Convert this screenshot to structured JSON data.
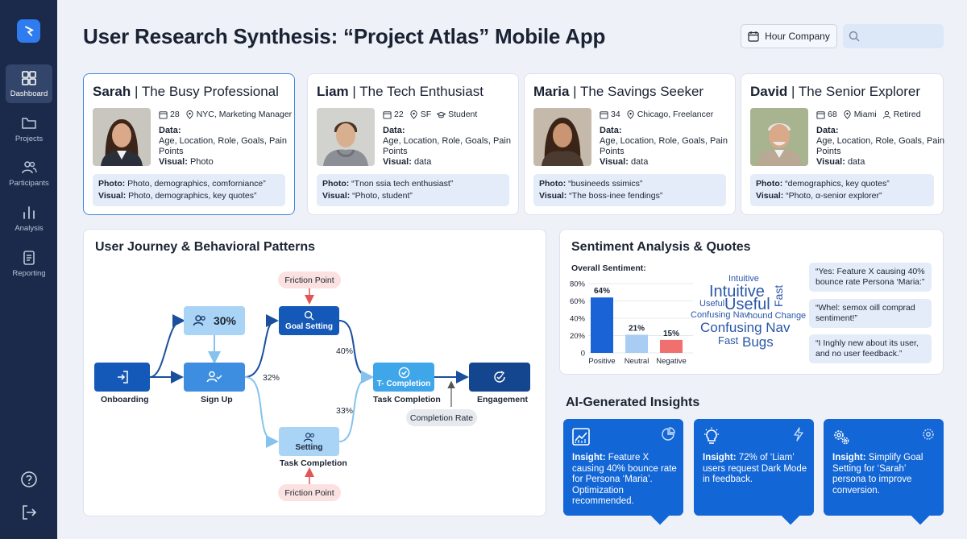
{
  "page": {
    "title": "User Research Synthesis: “Project Atlas” Mobile App"
  },
  "header": {
    "company_button": "Hour Company",
    "search_placeholder": ""
  },
  "sidebar": {
    "items": [
      {
        "label": "Dashboard",
        "icon": "dashboard-icon",
        "active": true
      },
      {
        "label": "Projects",
        "icon": "folder-icon"
      },
      {
        "label": "Participants",
        "icon": "people-icon"
      },
      {
        "label": "Analysis",
        "icon": "bar-chart-icon"
      },
      {
        "label": "Reporting",
        "icon": "document-icon"
      }
    ],
    "bottom": [
      "help-icon",
      "logout-icon"
    ]
  },
  "personas": [
    {
      "name": "Sarah",
      "role": "The Busy Professional",
      "age": "28",
      "location": "NYC, Marketing Manager",
      "extra": "",
      "data_label": "Data:",
      "data": "Age, Location, Role, Goals, Pain Points",
      "visual_label": "Visual:",
      "visual": "Photo",
      "quote_photo_label": "Photo:",
      "quote_photo": "Photo, demographics, comforniance”",
      "quote_visual_label": "Visual:",
      "quote_visual": "Photo, demographics, key quotes”"
    },
    {
      "name": "Liam",
      "role": "The Tech Enthusiast",
      "age": "22",
      "location": "SF",
      "extra": "Student",
      "data_label": "Data:",
      "data": "Age, Location, Role, Goals, Pain Points",
      "visual_label": "Visual:",
      "visual": "data",
      "quote_photo_label": "Photo:",
      "quote_photo": "“Tnon ssia tech enthusiast”",
      "quote_visual_label": "Visual:",
      "quote_visual": "“Photo, student”"
    },
    {
      "name": "Maria",
      "role": "The Savings Seeker",
      "age": "34",
      "location": "Chicago, Freelancer",
      "extra": "",
      "data_label": "Data:",
      "data": "Age, Location, Role, Goals, Pain Points",
      "visual_label": "Visual:",
      "visual": "data",
      "quote_photo_label": "Photo:",
      "quote_photo": "“busineeds ssimics”",
      "quote_visual_label": "Visual:",
      "quote_visual": "“The boss-inee fendings”"
    },
    {
      "name": "David",
      "role": "The Senior Explorer",
      "age": "68",
      "location": "Miami",
      "extra": "Retired",
      "data_label": "Data:",
      "data": "Age, Location, Role, Goals, Pain Points",
      "visual_label": "Visual:",
      "visual": "data",
      "quote_photo_label": "Photo:",
      "quote_photo": "“demographics, key quotes”",
      "quote_visual_label": "Visual:",
      "quote_visual": "“Photo, α-senior explorer”"
    }
  ],
  "journey": {
    "title": "User Journey & Behavioral Patterns",
    "nodes": {
      "onboarding": "Onboarding",
      "signup": "Sign Up",
      "signup_pct": "30%",
      "goal_setting": "Goal Setting",
      "task_completion_node": "T- Completion",
      "task_completion": "Task Completion",
      "engagement": "Engagement",
      "setting": "Setting",
      "setting_label": "Task Completion"
    },
    "percents": {
      "p40": "40%",
      "p32": "32%",
      "p33": "33%"
    },
    "pills": {
      "friction_top": "Friction Point",
      "friction_bottom": "Friction Point",
      "completion_rate": "Completion Rate"
    }
  },
  "sentiment": {
    "title": "Sentiment Analysis & Quotes",
    "overall_label": "Overall Sentiment:",
    "words": [
      "Intuitive",
      "Intuitive",
      "Fast",
      "Useful",
      "Useful",
      "Confusing Nav",
      "hound Change",
      "Confusing Nav",
      "Fast",
      "Bugs"
    ],
    "quotes": [
      "“Yes: Feature X causing 40% bounce rate Persona ‘Maria:”",
      "“Whel: semox oill comprad sentiment!”",
      "“I Inghly new about its user, and no user feedback.”"
    ]
  },
  "chart_data": {
    "type": "bar",
    "title": "Overall Sentiment:",
    "categories": [
      "Positive",
      "Neutral",
      "Negative"
    ],
    "values": [
      64,
      21,
      15
    ],
    "data_labels": [
      "64%",
      "21%",
      "15%"
    ],
    "yticks": [
      "0",
      "20%",
      "40%",
      "60%",
      "80%"
    ],
    "ylim": [
      0,
      80
    ],
    "colors": [
      "#1a63d6",
      "#a9cdf2",
      "#f07070"
    ],
    "grid": true
  },
  "insights": {
    "title": "AI-Generated Insights",
    "cards": [
      {
        "label": "Insight:",
        "text": "Feature X causing 40% bounce rate for Persona ‘Maria’. Optimization recommended.",
        "icon": "line-chart-icon",
        "icon2": "pie-chart-icon"
      },
      {
        "label": "Insight:",
        "text": "72% of ‘Liam’ users request Dark Mode in feedback.",
        "icon": "lightbulb-icon",
        "icon2": "lightning-icon"
      },
      {
        "label": "Insight:",
        "text": "Simplify Goal Setting for ‘Sarah’ persona to improve conversion.",
        "icon": "gears-icon",
        "icon2": "gear-icon"
      }
    ]
  },
  "colors": {
    "sidebar": "#1b2a4a",
    "accent": "#1366d6",
    "light_node": "#a9d4f5",
    "dark_node": "#1458b8"
  }
}
